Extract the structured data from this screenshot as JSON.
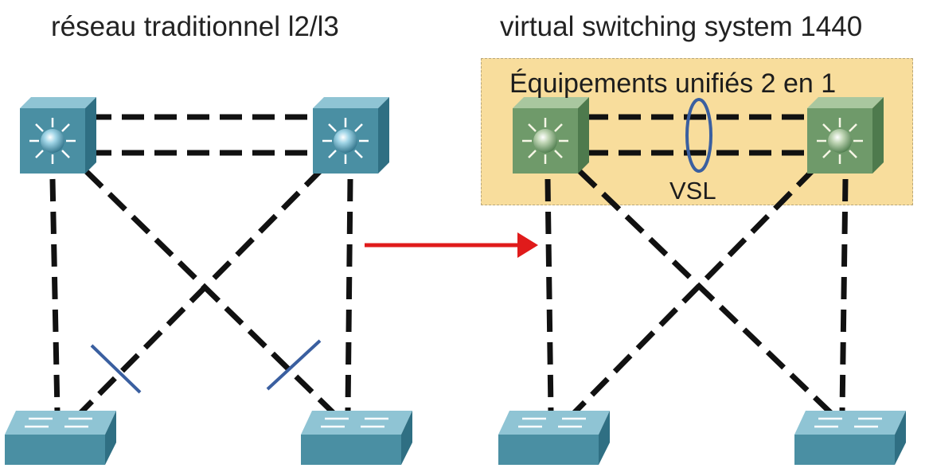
{
  "left": {
    "title": "réseau traditionnel l2/l3"
  },
  "right": {
    "title": "virtual switching system 1440",
    "box_label": "Équipements unifiés 2 en 1",
    "link_label": "VSL"
  },
  "colors": {
    "switch_blue": "#4a8fa3",
    "switch_green": "#6f9a6a",
    "vss_box": "#f8dd9c",
    "arrow": "#e01b1b",
    "blocked_mark": "#3a5fa0",
    "vsl_ring": "#3a5fa0",
    "link": "#111111"
  },
  "icons": {
    "core_switch": "layer3-switch-icon",
    "access_switch": "layer2-switch-icon"
  }
}
